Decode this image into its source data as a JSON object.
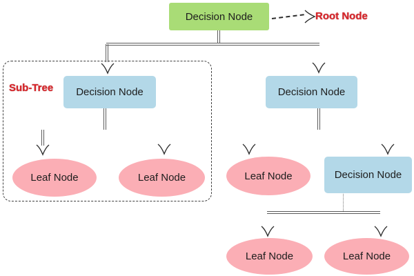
{
  "labels": {
    "subtree": "Sub-Tree",
    "root_annotation": "Root Node"
  },
  "nodes": {
    "root": "Decision Node",
    "left_decision": "Decision Node",
    "left_leaf_1": "Leaf Node",
    "left_leaf_2": "Leaf Node",
    "right_decision": "Decision Node",
    "right_leaf": "Leaf Node",
    "right_sub_decision": "Decision Node",
    "bottom_leaf_1": "Leaf Node",
    "bottom_leaf_2": "Leaf Node"
  },
  "colors": {
    "root_node_fill": "#a9dc76",
    "decision_node_fill": "#b3d8e8",
    "leaf_node_fill": "#fbaeb5",
    "annotation_red": "#d8262b",
    "connector": "#5a5a5a",
    "background": "#ffffff"
  }
}
